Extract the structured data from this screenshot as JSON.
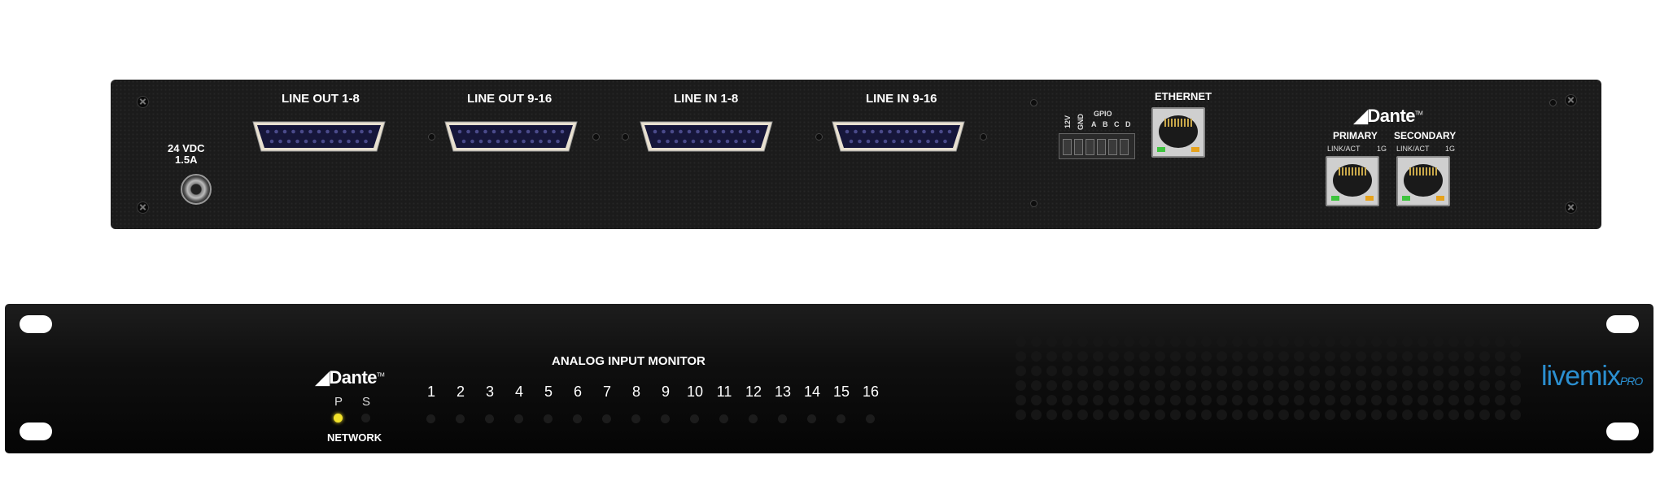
{
  "rear_panel": {
    "power": {
      "line1": "24 VDC",
      "line2": "1.5A"
    },
    "connectors": [
      {
        "label": "LINE OUT 1-8"
      },
      {
        "label": "LINE OUT 9-16"
      },
      {
        "label": "LINE IN 1-8"
      },
      {
        "label": "LINE IN 9-16"
      }
    ],
    "gpio": {
      "v12": "12V",
      "gnd": "GND",
      "title": "GPIO",
      "pins": [
        "A",
        "B",
        "C",
        "D"
      ]
    },
    "ethernet_label": "ETHERNET",
    "dante_logo": "Dante",
    "primary": {
      "label": "PRIMARY",
      "link": "LINK/ACT",
      "speed": "1G"
    },
    "secondary": {
      "label": "SECONDARY",
      "link": "LINK/ACT",
      "speed": "1G"
    }
  },
  "front_panel": {
    "dante_logo": "Dante",
    "network": {
      "p": "P",
      "s": "S",
      "label": "NETWORK",
      "p_led": "on",
      "s_led": "off"
    },
    "monitor_title": "ANALOG INPUT MONITOR",
    "channels": [
      "1",
      "2",
      "3",
      "4",
      "5",
      "6",
      "7",
      "8",
      "9",
      "10",
      "11",
      "12",
      "13",
      "14",
      "15",
      "16"
    ],
    "brand": {
      "main": "livemix",
      "sub": "PRO"
    },
    "colors": {
      "led_on": "#f2e22a",
      "brand": "#2b8fd0"
    }
  }
}
